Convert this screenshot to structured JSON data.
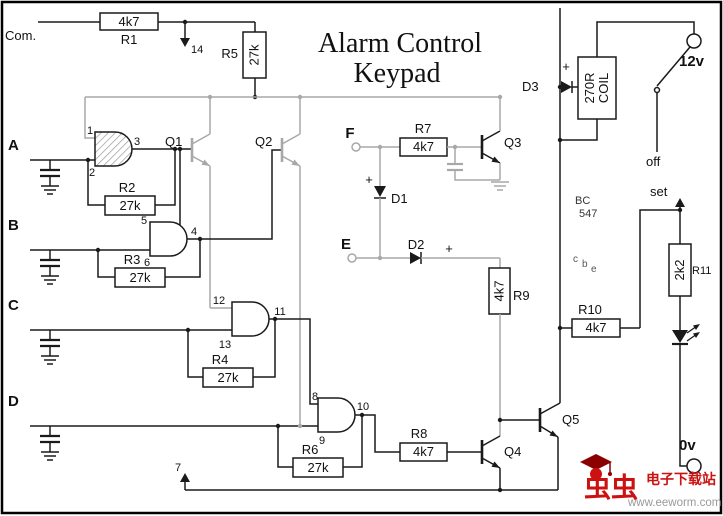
{
  "diagram_title": {
    "line1": "Alarm Control",
    "line2": "Keypad"
  },
  "power": {
    "common_label": "Com.",
    "supply_label": "12v",
    "ground_label": "0v"
  },
  "ic_pins": {
    "vcc_pin": "14",
    "gnd_pin": "7"
  },
  "inputs": {
    "a": "A",
    "b": "B",
    "c": "C",
    "d": "D",
    "e": "E",
    "f": "F"
  },
  "switch": {
    "off_label": "off",
    "set_label": "set"
  },
  "gates": {
    "g1": {
      "pin_in_top": "1",
      "pin_in_bottom": "2",
      "pin_out": "3"
    },
    "g2": {
      "pin_in_top": "5",
      "pin_in_bottom": "6",
      "pin_out": "4"
    },
    "g3": {
      "pin_in_top": "12",
      "pin_in_bottom": "13",
      "pin_out": "11"
    },
    "g4": {
      "pin_in_top": "8",
      "pin_in_bottom": "9",
      "pin_out": "10"
    }
  },
  "resistors": {
    "r1": {
      "label": "R1",
      "value": "4k7"
    },
    "r2": {
      "label": "R2",
      "value": "27k"
    },
    "r3": {
      "label": "R3",
      "value": "27k"
    },
    "r4": {
      "label": "R4",
      "value": "27k"
    },
    "r5": {
      "label": "R5",
      "value": "27k"
    },
    "r6": {
      "label": "R6",
      "value": "27k"
    },
    "r7": {
      "label": "R7",
      "value": "4k7"
    },
    "r8": {
      "label": "R8",
      "value": "4k7"
    },
    "r9": {
      "label": "R9",
      "value": "4k7"
    },
    "r10": {
      "label": "R10",
      "value": "4k7"
    },
    "r11": {
      "label": "R11",
      "value": "2k2"
    }
  },
  "transistors": {
    "q1": "Q1",
    "q2": "Q2",
    "q3": "Q3",
    "q4": "Q4",
    "q5": "Q5",
    "part_number_line1": "BC",
    "part_number_line2": "547",
    "pin_c": "c",
    "pin_b": "b",
    "pin_e": "e"
  },
  "diodes": {
    "d1": "D1",
    "d2": "D2",
    "d3": "D3",
    "polarity_mark": "+"
  },
  "relay_coil": {
    "value": "270R",
    "label": "COIL"
  },
  "watermark": {
    "logo_text": "虫虫",
    "site_name": "电子下载站",
    "site_url": "www.eeworm.com"
  },
  "colors": {
    "wire": "#1a1a1a",
    "wire_secondary": "#a8a8a8",
    "watermark_red": "#cc1111"
  }
}
